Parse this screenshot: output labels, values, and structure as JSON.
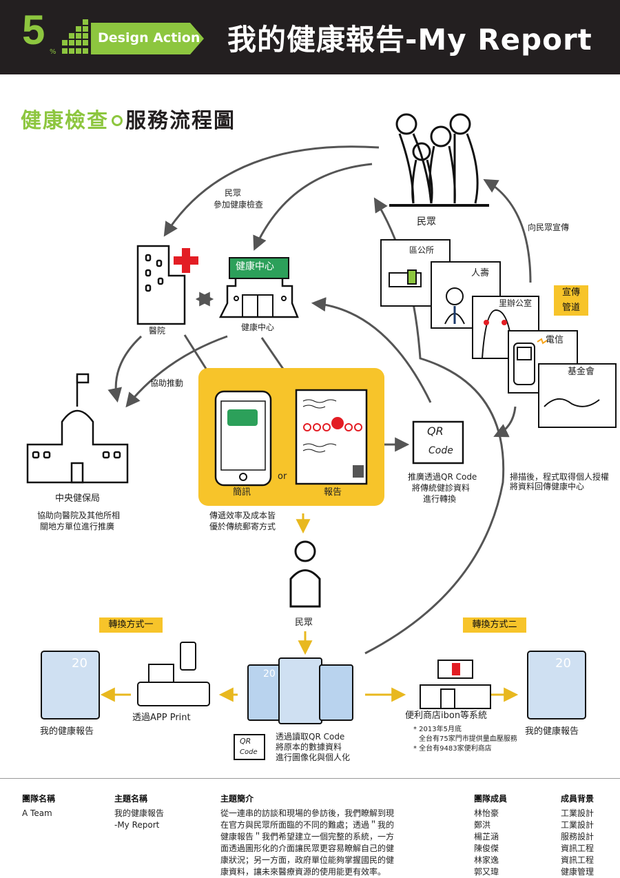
{
  "header": {
    "logo_number": "5",
    "logo_percent": "%",
    "tag": "Design Action",
    "title": "我的健康報告-My Report",
    "colors": {
      "dark": "#231f20",
      "green": "#8dc63f",
      "yellow": "#f7c42a"
    }
  },
  "section_title": {
    "part1": "健康檢查",
    "part2": "服務流程圖"
  },
  "diagram": {
    "public_top": "民眾",
    "arrow_public_to_checkup": [
      "民眾",
      "參加健康檢查"
    ],
    "hospital": "醫院",
    "health_center_sign": "健康中心",
    "health_center": "健康中心",
    "promote_to_public": "向民眾宣傳",
    "channel_tag": [
      "宣傳",
      "管道"
    ],
    "channels": [
      "區公所",
      "人壽",
      "里辦公室",
      "電信",
      "基金會"
    ],
    "assist": "協助推動",
    "nhi_bureau": "中央健保局",
    "nhi_desc": [
      "協助向醫院及其他所相",
      "關地方單位進行推廣"
    ],
    "sms": "簡訊",
    "or": "or",
    "report": "報告",
    "efficiency": [
      "傳遞效率及成本皆",
      "優於傳統郵寄方式"
    ],
    "qr_code_text": [
      "QR",
      "Code"
    ],
    "qr_promote": [
      "推廣透過QR Code",
      "將傳統健診資料",
      "進行轉換"
    ],
    "scan_desc": [
      "掃描後，程式取得個人授權",
      "將資料回傳健康中心"
    ],
    "public_mid": "民眾",
    "method1": "轉換方式一",
    "method2": "轉換方式二",
    "phone_day": "20",
    "my_report_left": "我的健康報告",
    "app_print": "透過APP Print",
    "qr_read": [
      "透過讀取QR Code",
      "將原本的數據資料",
      "進行圖像化與個人化"
    ],
    "store_system": "便利商店ibon等系統",
    "store_notes": [
      "* 2013年5月底",
      "全台有75家門市提供量血壓服務",
      "* 全台有9483家便利商店"
    ],
    "my_report_right": "我的健康報告"
  },
  "footer": {
    "team_name_h": "團隊名稱",
    "team_name": "A Team",
    "topic_h": "主題名稱",
    "topic": "我的健康報告\n-My Report",
    "intro_h": "主題簡介",
    "intro": "從一連串的訪談和現場的參訪後，我們瞭解到現\n在官方與民眾所面臨的不同的難處；透過＂我的\n健康報告＂我們希望建立一個完整的系統，一方\n面透過圖形化的介面讓民眾更容易瞭解自己的健\n康狀況；另一方面，政府單位能夠掌握國民的健\n康資料，讓未來醫療資源的使用能更有效率。",
    "members_h": "團隊成員",
    "members": "林怡豪\n鄭洪\n楊芷涵\n陳俊傑\n林家逸\n郭又瑋",
    "background_h": "成員背景",
    "background": "工業設計\n工業設計\n服務設計\n資訊工程\n資訊工程\n健康管理"
  }
}
